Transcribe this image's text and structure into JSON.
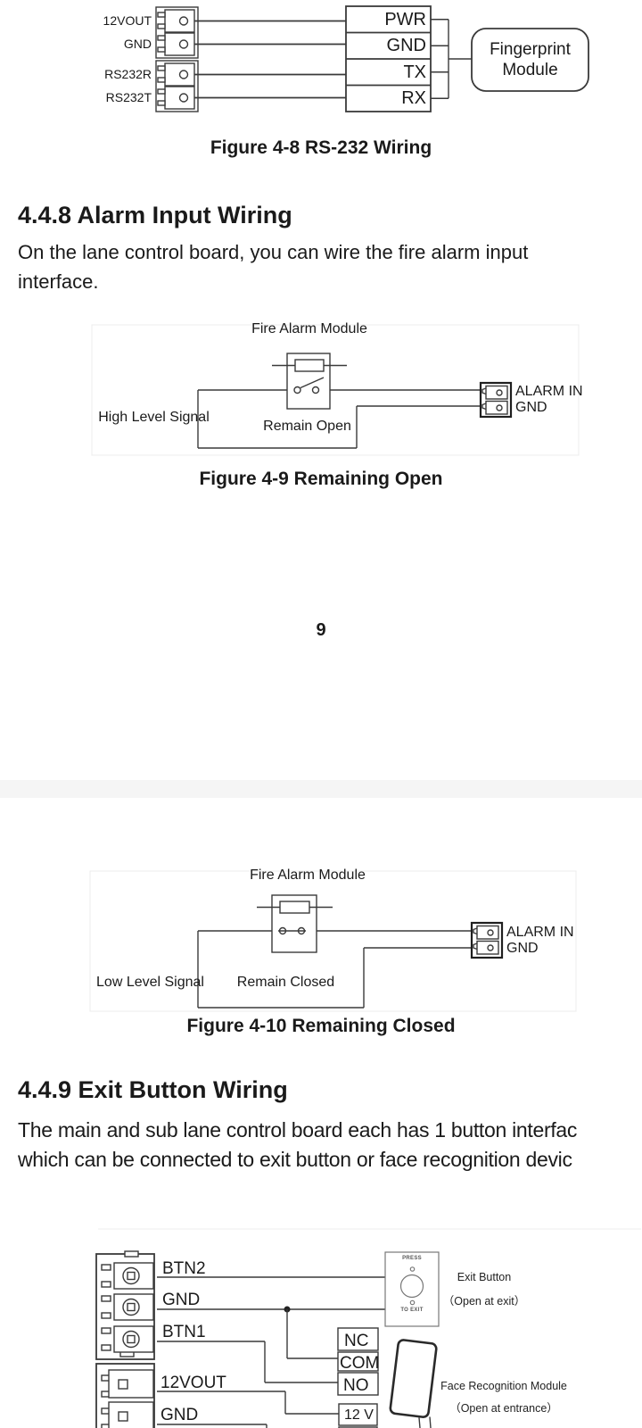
{
  "page": {
    "number_label": "9"
  },
  "figure_4_8": {
    "connector_labels": [
      "12VOUT",
      "GND",
      "RS232R",
      "RS232T"
    ],
    "block_labels": [
      "PWR",
      "GND",
      "TX",
      "RX"
    ],
    "module_line1": "Fingerprint",
    "module_line2": "Module",
    "caption": "Figure 4-8 RS-232 Wiring"
  },
  "section_448": {
    "heading": "4.4.8 Alarm Input Wiring",
    "body_line1": "On the lane control board, you can wire the fire alarm input",
    "body_line2": "interface."
  },
  "figure_4_9": {
    "module_title": "Fire Alarm Module",
    "signal_label": "High Level Signal",
    "state_label": "Remain Open",
    "terminal_labels": [
      "ALARM IN",
      "GND"
    ],
    "caption": "Figure 4-9 Remaining Open"
  },
  "figure_4_10": {
    "module_title": "Fire Alarm Module",
    "signal_label": "Low Level Signal",
    "state_label": "Remain Closed",
    "terminal_labels": [
      "ALARM IN",
      "GND"
    ],
    "caption": "Figure 4-10 Remaining Closed"
  },
  "section_449": {
    "heading": "4.4.9 Exit Button Wiring",
    "body_line1": "The main and sub lane control board each has 1 button interfac",
    "body_line2": "which can be connected to exit button or face recognition devic"
  },
  "figure_4_11": {
    "button_labels": [
      "BTN2",
      "GND",
      "BTN1"
    ],
    "power_labels": [
      "12VOUT",
      "GND"
    ],
    "relay_labels": [
      "NC",
      "COM",
      "NO"
    ],
    "supply_label": "12 V",
    "exit_button": {
      "press": "PRESS",
      "to_exit": "TO EXIT",
      "title": "Exit Button",
      "subtitle": "（Open at exit）"
    },
    "face_module": {
      "title": "Face Recognition Module",
      "subtitle": "（Open at entrance）"
    }
  },
  "colors": {
    "page_background": "#ffffff",
    "text": "#1a1a1a",
    "wire": "#3a3a3a",
    "page_break_band": "#f5f5f5"
  }
}
